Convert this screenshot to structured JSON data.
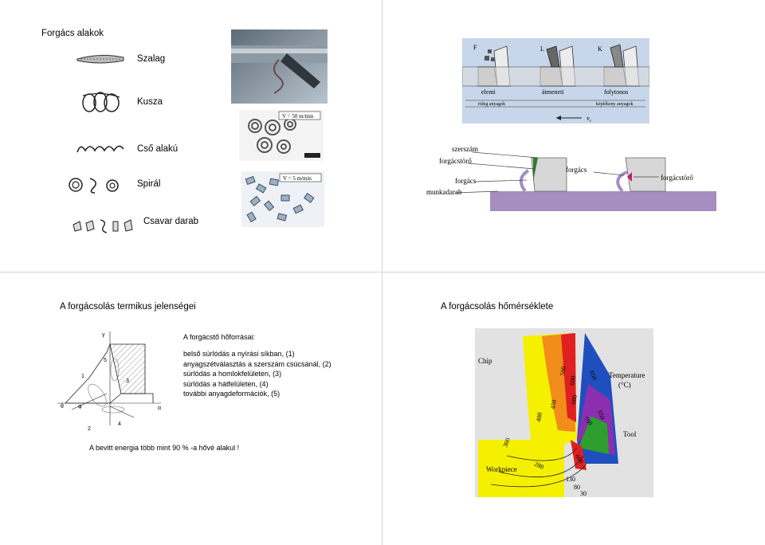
{
  "slide1": {
    "title": "Forgács alakok",
    "items": [
      {
        "label": "Szalag",
        "icon": "ribbon-chip-icon"
      },
      {
        "label": "Kusza",
        "icon": "tangled-chip-icon"
      },
      {
        "label": "Cső alakú",
        "icon": "tubular-chip-icon"
      },
      {
        "label": "Spirál",
        "icon": "spiral-chip-icon"
      },
      {
        "label": "Csavar darab",
        "icon": "helix-segment-chip-icon"
      }
    ],
    "photo_labels": [
      "V = 50 m/min",
      "V = 5 m/min"
    ]
  },
  "slide2": {
    "chip_types": [
      "F",
      "L",
      "K"
    ],
    "chip_names": [
      "elemi",
      "átmeneti",
      "folytonos"
    ],
    "material_left": "rideg anyagok",
    "material_right": "képlékeny anyagok",
    "velocity": "v",
    "velocity_sub": "c",
    "labels": {
      "tool": "szerszám",
      "breaker": "forgácstörő",
      "chip": "forgács",
      "workpiece": "munkadarab",
      "chip2": "forgács",
      "breaker2": "forgácstörő"
    }
  },
  "slide3": {
    "title": "A forgácsolás termikus jelenségei",
    "subtitle": "A forgácstő hőforrásai:",
    "sources": [
      "belső súrlódás a nyírási síkban, (1)",
      "anyagszétválasztás a szerszám csúcsánál, (2)",
      "súrlódás a homlokfelületen, (3)",
      "súrlódás a hátfelületen, (4)",
      "további anyagdeformációk, (5)"
    ],
    "diagram_labels": [
      "γ",
      "1",
      "5",
      "3",
      "θ",
      "φ",
      "α",
      "2",
      "4"
    ],
    "footer": "A bevitt energia több mint 90 % -a hővé alakul !"
  },
  "slide4": {
    "title": "A forgácsolás hőmérséklete",
    "labels": {
      "chip": "Chip",
      "temperature": "Temperature",
      "unit": "(°C)",
      "tool": "Tool",
      "workpiece": "Workpiece"
    },
    "isotherms": [
      "400",
      "450",
      "500",
      "600",
      "650",
      "600",
      "700",
      "650",
      "600",
      "360",
      "280",
      "130",
      "80",
      "30"
    ]
  },
  "colors": {
    "frame_line": "#d4d4d4",
    "diagram_bg": "#c7d6ea",
    "workpiece_purple": "#a68ec0",
    "tool_grey": "#d7d7d7",
    "breaker_green": "#2e7d32",
    "iso_yellow": "#f5f000",
    "iso_orange": "#f28c1a",
    "iso_red": "#e02020",
    "iso_blue": "#1f4fbf",
    "iso_purple": "#8b2fb0",
    "iso_green": "#2e9e2e"
  }
}
